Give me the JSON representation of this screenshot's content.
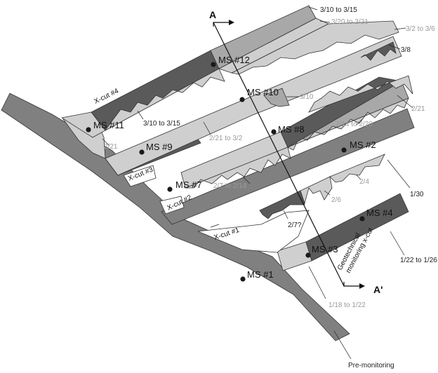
{
  "colors": {
    "background": "#ffffff",
    "main_drift": "#808080",
    "pre_monitoring": "#808080",
    "stage_light": "#cfcfcf",
    "stage_mid": "#a8a8a8",
    "stage_dark": "#5a5a5a",
    "outline": "#333333",
    "station_dot": "#1a1a1a",
    "date_text_light": "#9a9a9a",
    "date_text_dark": "#222222"
  },
  "section_line": {
    "start_label": "A",
    "end_label": "A'"
  },
  "monitoring_stations": [
    {
      "id": "ms1",
      "label": "MS #1"
    },
    {
      "id": "ms2",
      "label": "MS #2"
    },
    {
      "id": "ms3",
      "label": "MS #3"
    },
    {
      "id": "ms4",
      "label": "MS #4"
    },
    {
      "id": "ms7",
      "label": "MS #7"
    },
    {
      "id": "ms8",
      "label": "MS #8"
    },
    {
      "id": "ms9",
      "label": "MS #9"
    },
    {
      "id": "ms10",
      "label": "MS #10"
    },
    {
      "id": "ms11",
      "label": "MS #11"
    },
    {
      "id": "ms12",
      "label": "MS #12"
    }
  ],
  "crosscuts": [
    {
      "id": "xcut1",
      "label": "X-cut #1"
    },
    {
      "id": "xcut2",
      "label": "X-cut #2"
    },
    {
      "id": "xcut3",
      "label": "X-cut #3"
    },
    {
      "id": "xcut4",
      "label": "X-cut #4"
    },
    {
      "id": "geotech",
      "label_line1": "Geotechnical",
      "label_line2": "monitoring x-cut"
    }
  ],
  "date_labels": [
    {
      "id": "d_0310_0315_top",
      "text": "3/10 to 3/15"
    },
    {
      "id": "d_0320_0321",
      "text": "3/20 to 3/21"
    },
    {
      "id": "d_0302_0306",
      "text": "3/2 to 3/6"
    },
    {
      "id": "d_0308",
      "text": "3/8"
    },
    {
      "id": "d_0310",
      "text": "3/10"
    },
    {
      "id": "d_0310_0315_mid",
      "text": "3/10 to 3/15"
    },
    {
      "id": "d_0221_right",
      "text": "2/21"
    },
    {
      "id": "d_0214_0220",
      "text": "2/14 to 2/20"
    },
    {
      "id": "d_0221_left",
      "text": "2/21"
    },
    {
      "id": "d_0221_0302",
      "text": "2/21 to 3/2"
    },
    {
      "id": "d_0207_0214",
      "text": "2/7 to 2/14"
    },
    {
      "id": "d_0204",
      "text": "2/4"
    },
    {
      "id": "d_0130",
      "text": "1/30"
    },
    {
      "id": "d_0206",
      "text": "2/6"
    },
    {
      "id": "d_0207q",
      "text": "2/7?"
    },
    {
      "id": "d_0122_0126",
      "text": "1/22 to 1/26"
    },
    {
      "id": "d_0118_0122",
      "text": "1/18 to 1/22"
    },
    {
      "id": "d_premon",
      "text": "Pre-monitoring"
    }
  ]
}
